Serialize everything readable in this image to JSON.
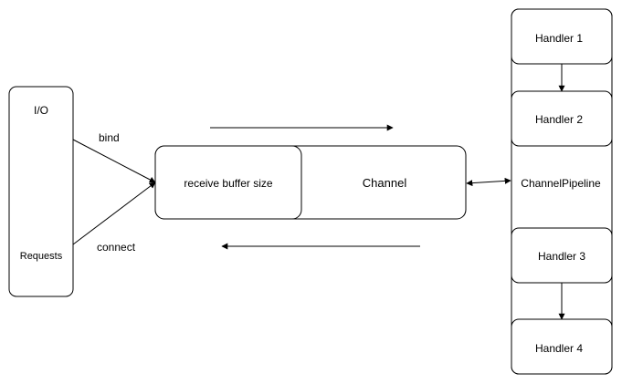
{
  "io_box": {
    "title": "I/O",
    "subtitle": "Requests"
  },
  "labels": {
    "bind": "bind",
    "connect": "connect"
  },
  "channel": {
    "inner_label": "receive  buffer size",
    "label": "Channel"
  },
  "pipeline": {
    "label": "ChannelPipeline",
    "handlers": [
      "Handler 1",
      "Handler 2",
      "Handler 3",
      "Handler 4"
    ]
  }
}
